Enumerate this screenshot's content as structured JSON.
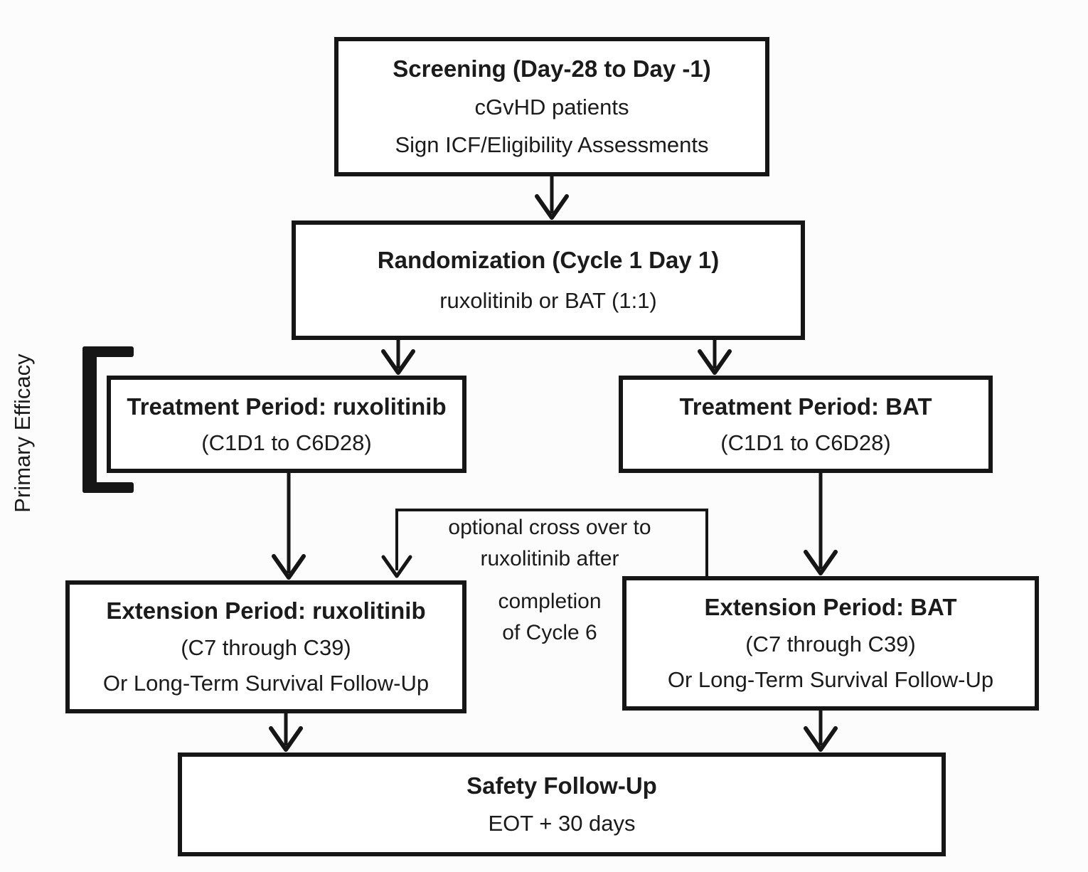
{
  "diagram": {
    "background_color": "#fcfcfc",
    "line_color": "#161616",
    "box_fill_color": "#ffffff",
    "text_color": "#1b1b1b",
    "boxes": {
      "screening": {
        "title": "Screening (Day-28 to Day -1)",
        "lines": [
          "cGvHD patients",
          "Sign ICF/Eligibility Assessments"
        ]
      },
      "randomization": {
        "title": "Randomization (Cycle 1 Day 1)",
        "lines": [
          "ruxolitinib or BAT (1:1)"
        ]
      },
      "treatment_ruxolitinib": {
        "title": "Treatment Period: ruxolitinib",
        "lines": [
          "(C1D1 to C6D28)"
        ]
      },
      "treatment_bat": {
        "title": "Treatment Period: BAT",
        "lines": [
          "(C1D1 to C6D28)"
        ]
      },
      "extension_ruxolitinib": {
        "title": "Extension Period: ruxolitinib",
        "lines": [
          "(C7 through C39)",
          "Or Long-Term Survival Follow-Up"
        ]
      },
      "extension_bat": {
        "title": "Extension Period: BAT",
        "lines": [
          "(C7 through C39)",
          "Or Long-Term Survival Follow-Up"
        ]
      },
      "safety_follow_up": {
        "title": "Safety Follow-Up",
        "lines": [
          "EOT + 30 days"
        ]
      }
    },
    "side_label": "Primary Efficacy",
    "crossover_note": {
      "lines": [
        "optional cross over to",
        "ruxolitinib after",
        "completion",
        "of Cycle 6"
      ]
    }
  }
}
